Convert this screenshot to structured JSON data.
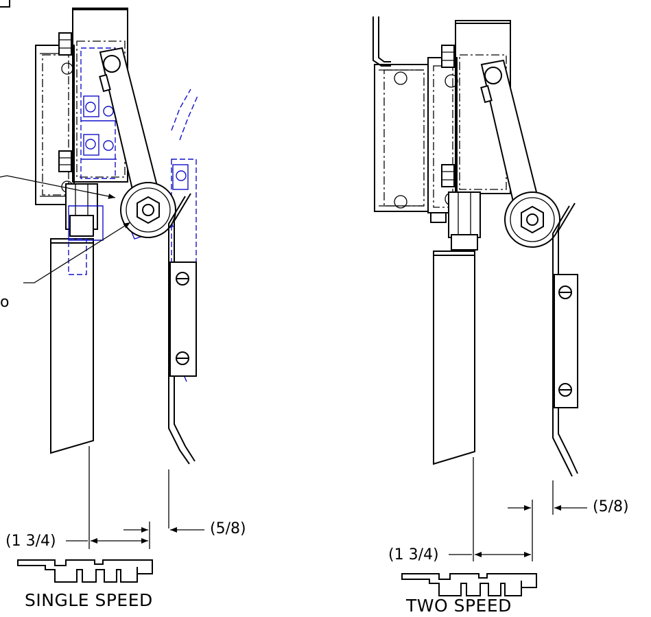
{
  "views": [
    {
      "id": "single",
      "caption": "SINGLE SPEED",
      "dim_left": "(1 3/4)",
      "dim_right": "(5/8)"
    },
    {
      "id": "two",
      "caption": "TWO SPEED",
      "dim_left": "(1 3/4)",
      "dim_right": "(5/8)"
    }
  ],
  "callout_fragment": "o",
  "colors": {
    "line": "#000000",
    "alternate_position": "#1010c8",
    "background": "#ffffff"
  }
}
